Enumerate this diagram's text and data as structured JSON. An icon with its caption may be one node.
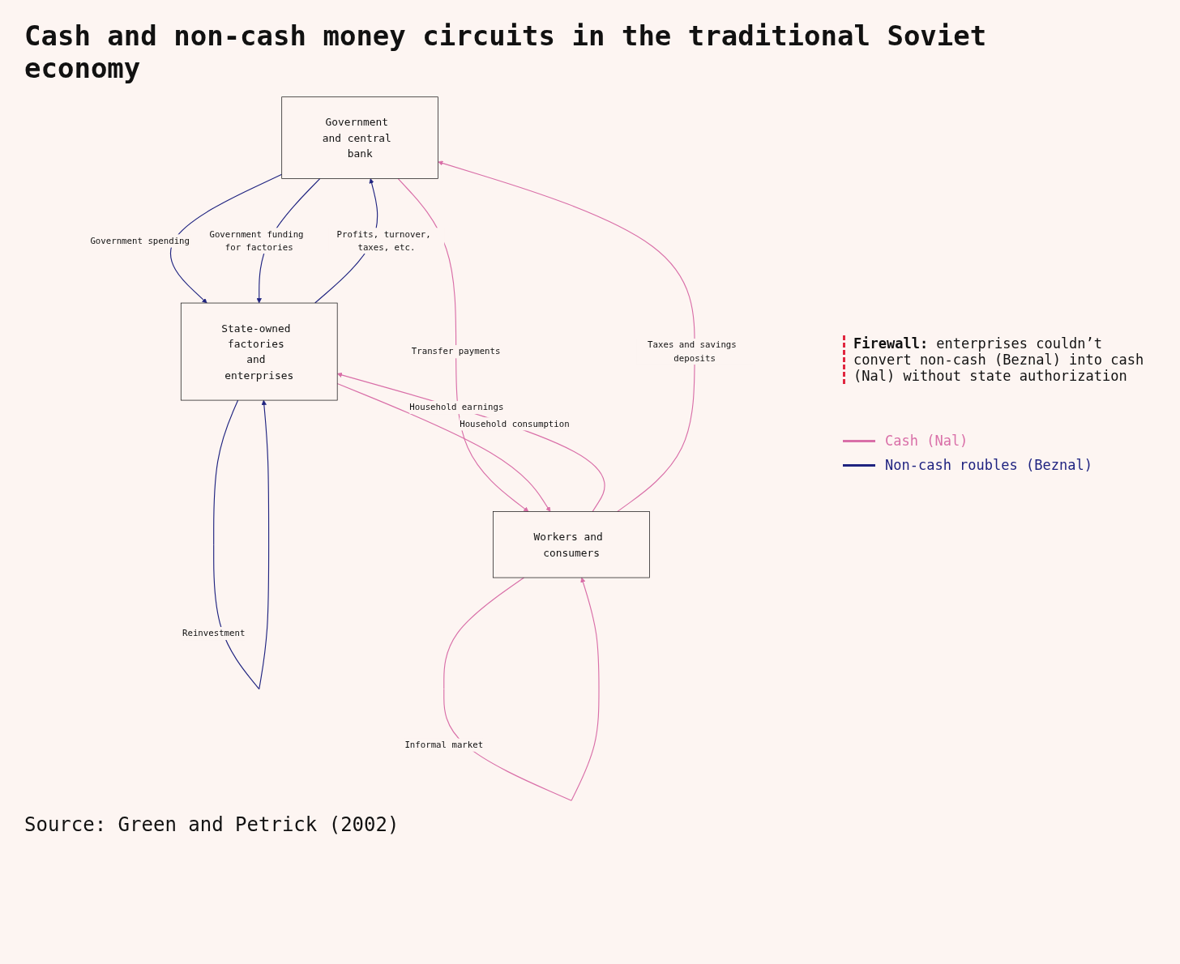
{
  "diagram": {
    "title": "Cash and non-cash money circuits in the traditional Soviet economy",
    "caption": "Source: Green and Petrick (2002)",
    "nodes": [
      {
        "text": [
          "Government and central bank"
        ]
      },
      {
        "text": [
          "State-owned factories and enterprises"
        ]
      },
      {
        "text": [
          "Workers and consumers"
        ]
      }
    ],
    "edges": [
      {
        "from": 0,
        "to": 1,
        "arrow": "to",
        "label": "Government spending",
        "color": "#1f2380"
      },
      {
        "from": 0,
        "to": 1,
        "arrow": "to",
        "label": "Government funding for factories",
        "color": "#1f2380"
      },
      {
        "from": 1,
        "to": 1,
        "arrow": "to",
        "label": "Reinvestment",
        "color": "#1f2380"
      },
      {
        "from": 1,
        "to": 0,
        "arrow": "to",
        "label": "Profits, turnover, taxes, etc.",
        "color": "#1f2380"
      },
      {
        "from": 0,
        "to": 2,
        "arrow": "to",
        "label": "Transfer payments"
      },
      {
        "from": 2,
        "to": 1,
        "arrow": "to",
        "label": "Household consumption"
      },
      {
        "from": 1,
        "to": 2,
        "arrow": "to",
        "label": "Household earnings"
      },
      {
        "from": 2,
        "to": 2,
        "arrow": "to",
        "label": "Informal market"
      },
      {
        "from": 2,
        "to": 0,
        "arrow": "to",
        "label": "Taxes and savings deposits"
      }
    ],
    "labels": [
      "**Firewall:** enterprises couldn’t convert non-cash (Beznal) into cash (Nal) without state authorization"
    ],
    "legend": [
      {
        "text": "Cash (Nal)",
        "color": "#d96fa8"
      },
      {
        "text": "Non-cash roubles (Beznal)",
        "color": "#1f2380"
      }
    ]
  }
}
